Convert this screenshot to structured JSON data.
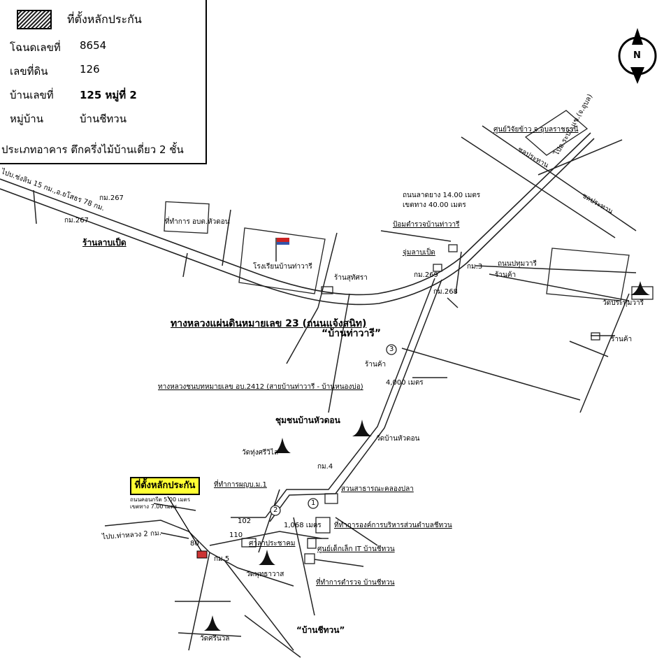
{
  "legend": {
    "symbol_label": "ที่ตั้งหลักประกัน",
    "rows": [
      {
        "label": "โฉนดเลขที่",
        "value": "8654"
      },
      {
        "label": "เลขที่ดิน",
        "value": "126"
      },
      {
        "label": "บ้านเลขที่",
        "value": "125 หมู่ที่ 2"
      },
      {
        "label": "หมู่บ้าน",
        "value": "บ้านชีทวน"
      }
    ],
    "building_type": "ประเภทอาคาร  ตึกครึ่งไม้บ้านเดี่ยว 2 ชั้น"
  },
  "compass": {
    "letter": "N"
  },
  "labels": {
    "to_left": "ไปบ.ซ่งลิน 15 กม.,อ.ยโสธร 78 กม.",
    "km267a": "กม.267",
    "km267b": "กม.267",
    "duck_shop": "ร้านลาบเป็ด",
    "office": "ที่ทำการ อบต.หัวดอน",
    "school": "โรงเรียนบ้านท่าวารี",
    "shop_suthida": "ร้านสุทัศรา",
    "highway23": "ทางหลวงแผ่นดินหมายเลข 23 (ถนนแจ้งสนิท)",
    "road_width": "ถนนลาดยาง 14.00 เมตร",
    "road_reserve": "เขตทาง 40.00 เมตร",
    "police_box": "ป้อมตำรวจบ้านท่าวารี",
    "duck_corner": "จุ่มลาบเป็ด",
    "km269": "กม.269",
    "km268": "กม.268",
    "km3": "กม.3",
    "rice_center": "ศูนย์วิจัยข้าว จ.อุบลราชธานี",
    "to_ubon": "ไปอ.ระบบ.แข.(จ.อุบล)",
    "nearby1": "ชลประทาน",
    "nearby2": "ชลประทาน",
    "sanamchai_road": "ถนนปทุมวารี",
    "shop_a": "ร้านค้า",
    "wat_prathum": "วัดประทุมวารี",
    "shop_b": "ร้านค้า",
    "village_thawari": "“บ้านท่าวารี”",
    "circle3": "3",
    "shop_c": "ร้านค้า",
    "dist_4000": "4,000 เมตร",
    "rural_road": "ทางหลวงชนบทหมายเลข อบ.2412 (สายบ้านท่าวารี - บ้านหนองบ่อ)",
    "community": "ชุมชนบ้านหัวดอน",
    "wat_huadon": "วัดบ้านหัวดอน",
    "wat_tung": "วัดทุ่งศรีวิไล",
    "km4": "กม.4",
    "office_b": "ที่ทำการผญบ.ม.1",
    "circle2": "2",
    "public_park": "สวนสาธารณะคลองปลา",
    "circle1": "1",
    "site_badge": "ที่ตั้งหลักประกัน",
    "concrete_road": "ถนนคอนกรีต 5.00 เมตร",
    "concrete_reserve": "เขตทาง 7.00 เมตร",
    "n102": "102",
    "dist_1068": "1,068 เมตร",
    "tambon_office": "ที่ทำการองค์การบริหารส่วนตำบลชีทวน",
    "n110": "110",
    "sala": "ศาลาประชาคม",
    "it_center": "ศูนย์เด็กเล็ก IT บ้านชีทวน",
    "to_thaluang": "ไปบ.ท่าหลวง 2 กม.",
    "n80": "80",
    "km5": "กม.5",
    "wat_phuthawas": "วัดพุทธาวาส",
    "police_station": "ที่ทำการตำรวจ บ้านชีทวน",
    "village_chithuan": "“บ้านชีทวน”",
    "wat_srinuan": "วัดศรีนวล"
  },
  "colors": {
    "site_marker": "#cc3333",
    "site_badge_bg": "#ffff33",
    "flag": "#cc2222"
  }
}
